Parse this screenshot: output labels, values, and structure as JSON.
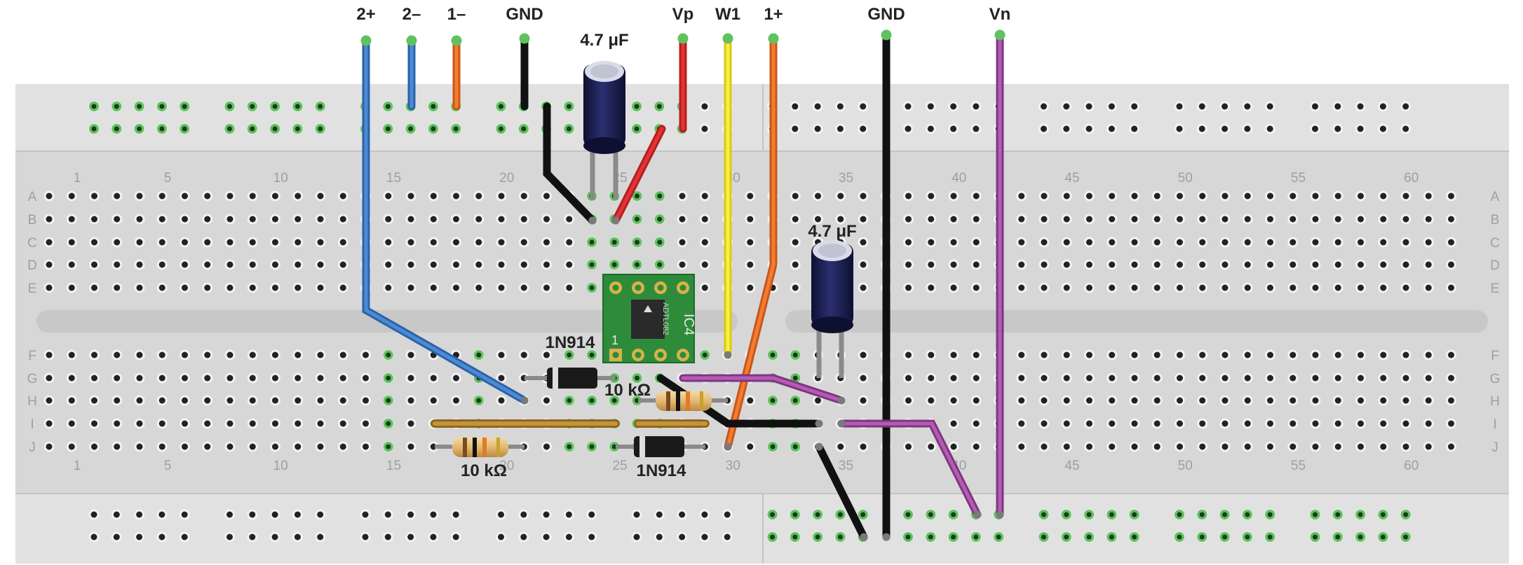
{
  "top_labels": {
    "p2": "2+",
    "n2": "2–",
    "n1": "1–",
    "gnd1": "GND",
    "vp": "Vp",
    "w1": "W1",
    "p1": "1+",
    "gnd2": "GND",
    "vn": "Vn"
  },
  "cap1_label": "4.7 μF",
  "cap2_label": "4.7 μF",
  "diode1_label": "1N914",
  "diode2_label": "1N914",
  "res1_label": "10 kΩ",
  "res2_label": "10 kΩ",
  "ic": {
    "name": "IC4",
    "part": "ADTL082",
    "pin1": "1"
  },
  "column_numbers": [
    "1",
    "5",
    "10",
    "15",
    "20",
    "25",
    "30",
    "35",
    "40",
    "45",
    "50",
    "55",
    "60"
  ],
  "row_letters_top": [
    "A",
    "B",
    "C",
    "D",
    "E"
  ],
  "row_letters_bottom": [
    "F",
    "G",
    "H",
    "I",
    "J"
  ],
  "colors": {
    "board": "#d7d7d7",
    "rail": "#e1e1e1",
    "hole": "#222222",
    "active_hole": "#5fc25f",
    "wire_blue": "#3b78c4",
    "wire_orange": "#e66a1e",
    "wire_black": "#1a1a1a",
    "wire_red": "#d02222",
    "wire_yellow": "#f0e31a",
    "wire_purple": "#a04aa0",
    "wire_brown": "#b5842a",
    "ic_board": "#2e8b3a",
    "capacitor": "#1c1f4a"
  }
}
